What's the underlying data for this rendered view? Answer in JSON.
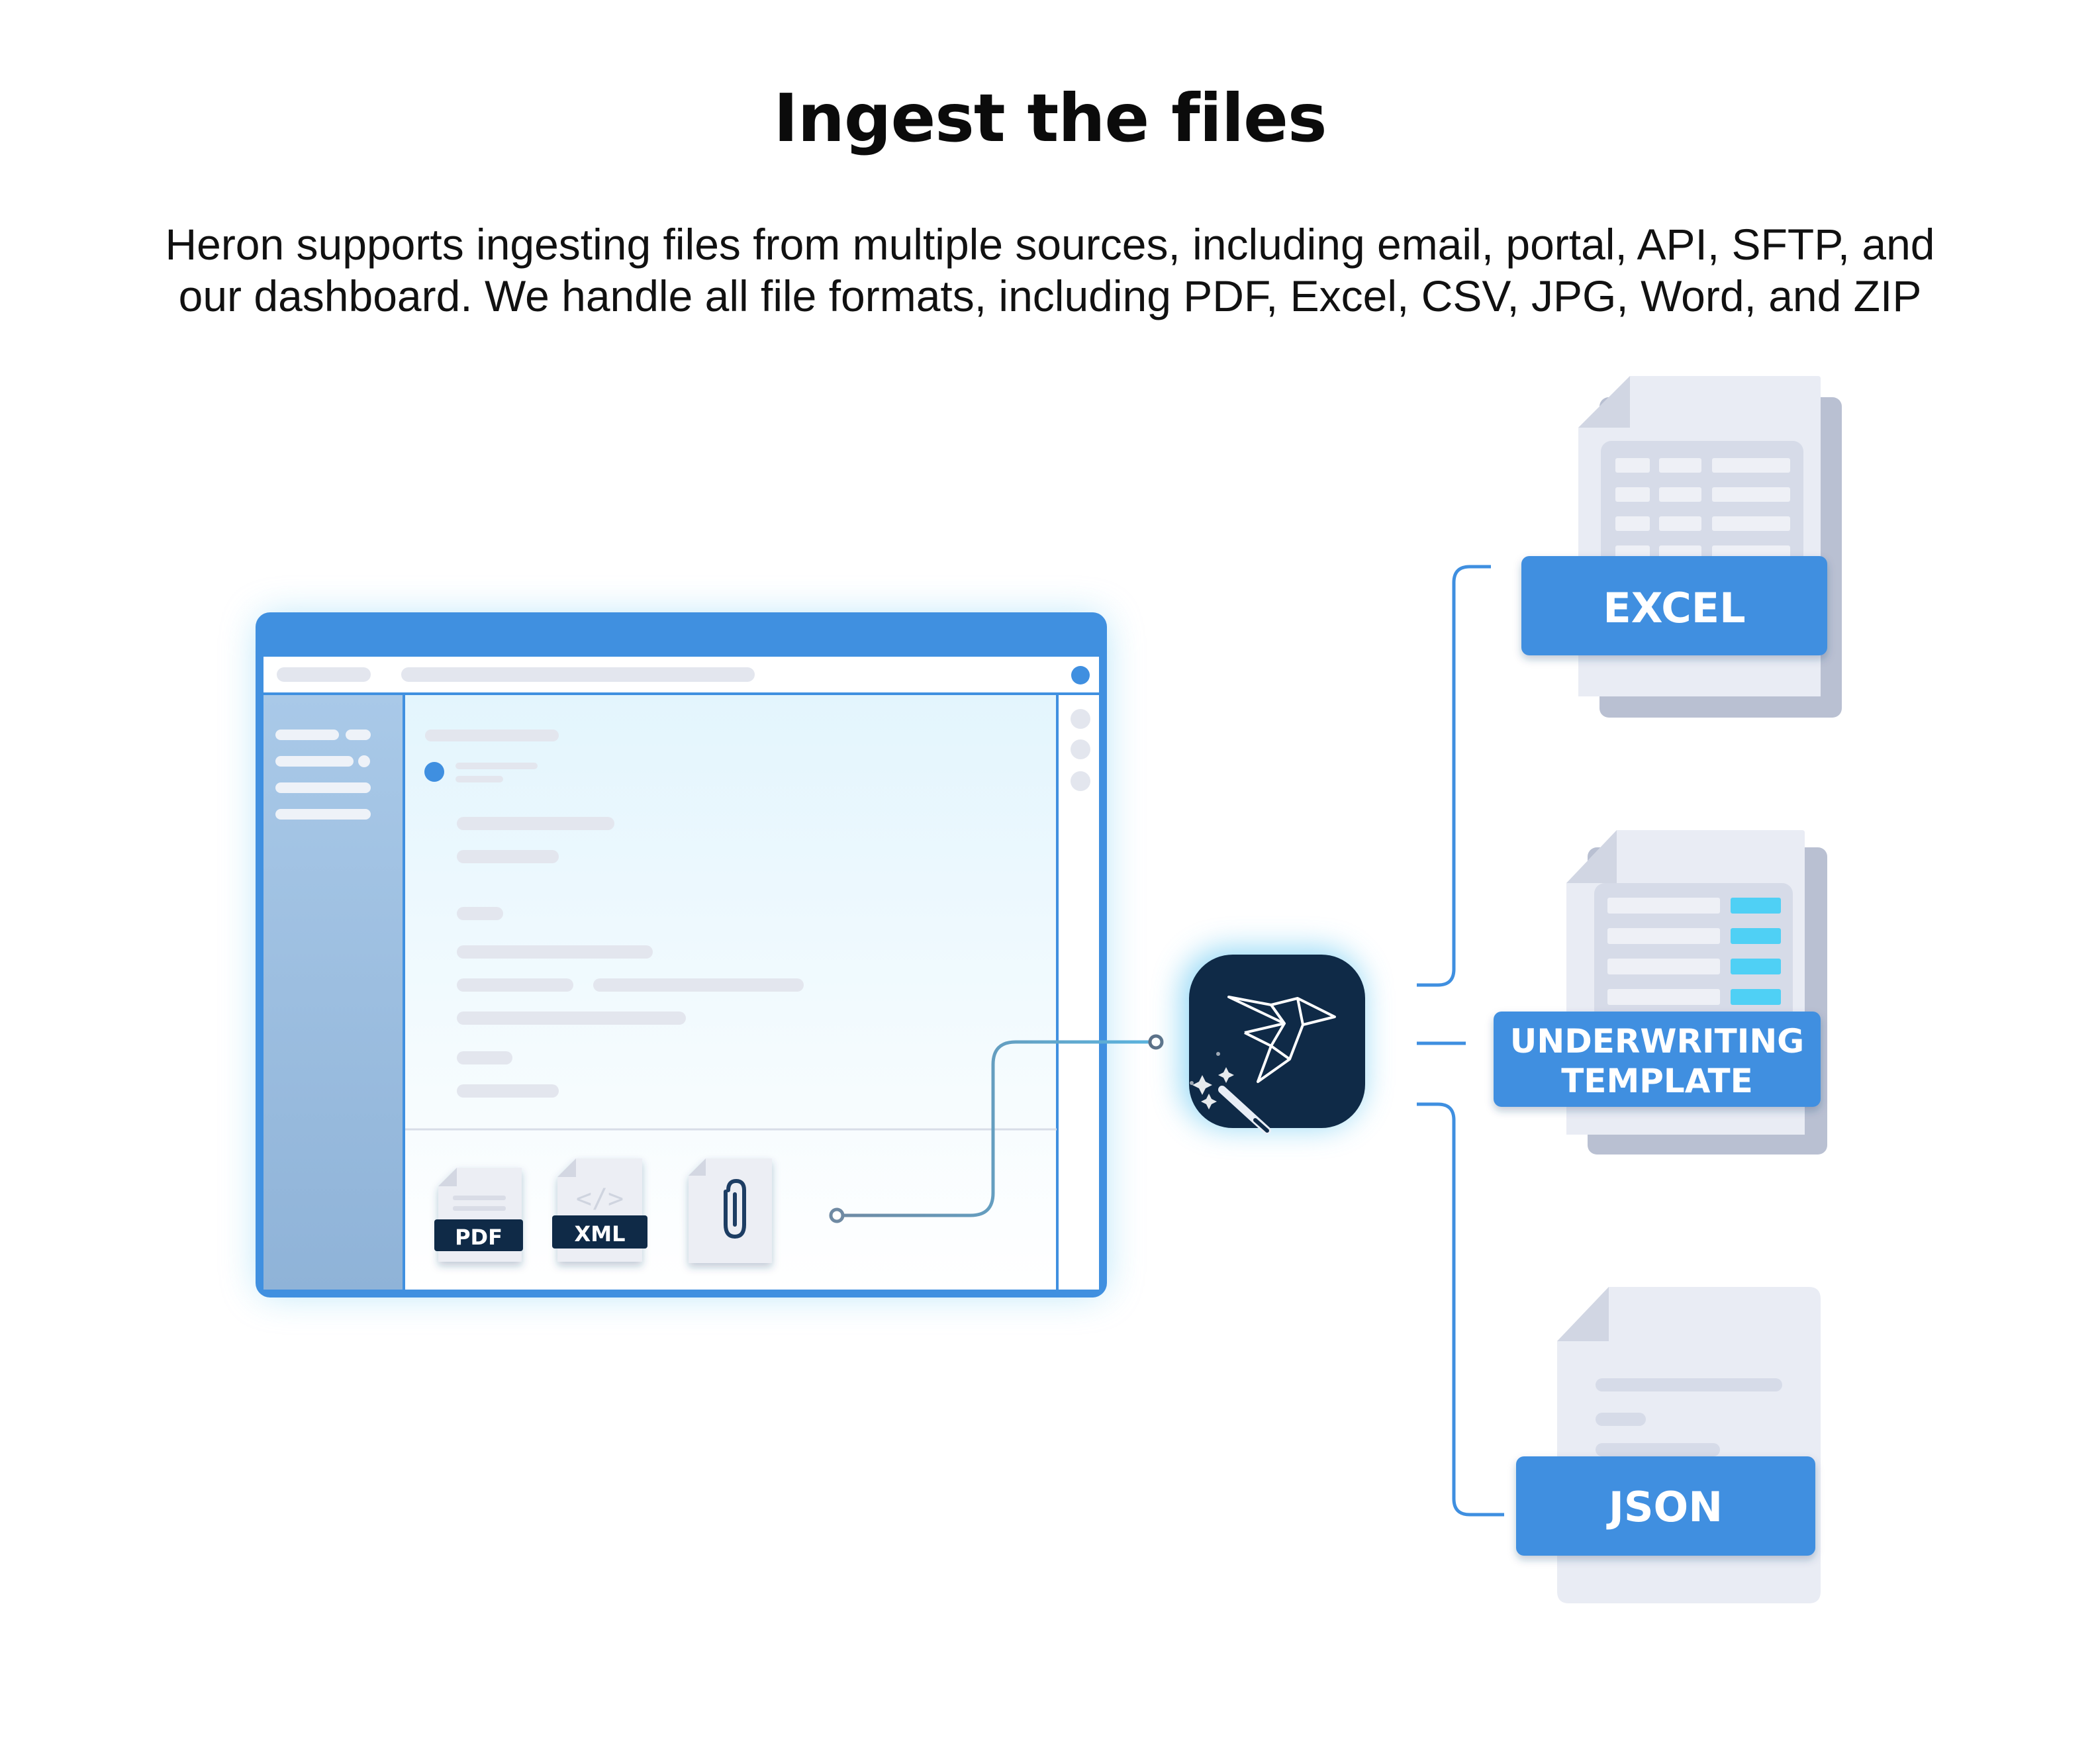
{
  "header": {
    "title": "Ingest the files",
    "subtitle_line1": "Heron supports ingesting files from multiple sources, including email, portal, API, SFTP, and",
    "subtitle_line2": "our dashboard. We handle all file formats, including PDF, Excel, CSV, JPG, Word, and ZIP"
  },
  "inputs": {
    "pdf_label": "PDF",
    "xml_label": "XML",
    "xml_glyph": "</>"
  },
  "outputs": {
    "excel_label": "EXCEL",
    "underwriting_line1": "UNDERWRITING",
    "underwriting_line2": "TEMPLATE",
    "json_label": "JSON"
  },
  "icons": {
    "hub": "heron-origami-bird-icon",
    "attachment": "paperclip-icon",
    "magic": "magic-wand-icon"
  },
  "colors": {
    "brand_blue": "#3f8fe0",
    "hub_navy": "#0f2a47",
    "accent_cyan": "#4fd0f5",
    "paper": "#e9ecf4",
    "paper_shadow": "#b9c0d2"
  }
}
